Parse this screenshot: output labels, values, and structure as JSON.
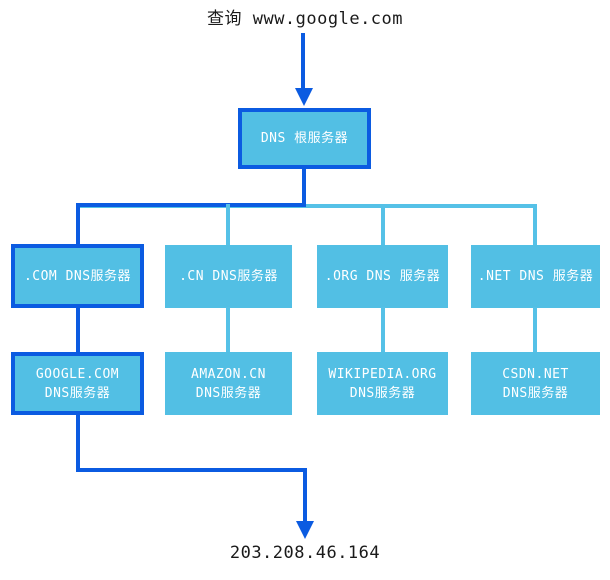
{
  "colors": {
    "path": "#0b5be1",
    "light": "#55c1e7",
    "fill": "#52bfe4",
    "box_text": "#ffffff",
    "text": "#1a1a1a"
  },
  "query": {
    "label": "查询 www.google.com"
  },
  "root_server": {
    "label": "DNS 根服务器"
  },
  "tld_servers": [
    {
      "label": ".COM DNS服务器"
    },
    {
      "label": ".CN DNS服务器"
    },
    {
      "label": ".ORG DNS 服务器"
    },
    {
      "label": ".NET DNS 服务器"
    }
  ],
  "authoritative_servers": [
    {
      "line1": "GOOGLE.COM",
      "line2": "DNS服务器"
    },
    {
      "line1": "AMAZON.CN",
      "line2": "DNS服务器"
    },
    {
      "line1": "WIKIPEDIA.ORG",
      "line2": "DNS服务器"
    },
    {
      "line1": "CSDN.NET",
      "line2": "DNS服务器"
    }
  ],
  "result": {
    "label": "203.208.46.164"
  }
}
